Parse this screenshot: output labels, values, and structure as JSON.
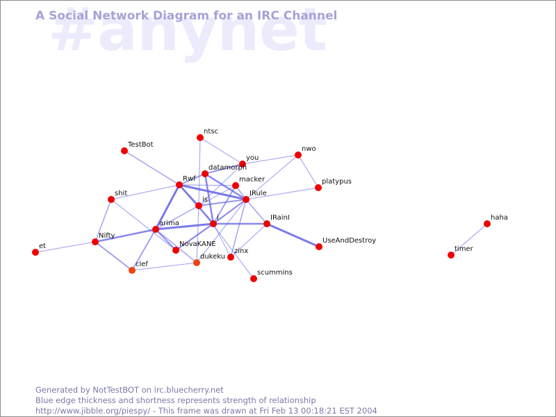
{
  "watermark": "#anynet",
  "title": "A Social Network Diagram for an IRC Channel",
  "footer": {
    "line1": "Generated by NotTestBOT on irc.bluecherry.net",
    "line2": "Blue edge thickness and shortness represents strength of relationship",
    "line3": "http://www.jibble.org/piespy/ - This frame was drawn at Fri Feb 13 00:18:21 EST 2004"
  },
  "colors": {
    "node": "#ee0000",
    "node_orange": "#ee4411",
    "edge": "#6a6ae6",
    "title": "#a5a2d6",
    "watermark": "#ecebfb"
  },
  "nodes": [
    {
      "id": "ntsc",
      "label": "ntsc"
    },
    {
      "id": "TestBot",
      "label": "TestBot"
    },
    {
      "id": "nwo",
      "label": "nwo"
    },
    {
      "id": "you",
      "label": "you"
    },
    {
      "id": "datamorph",
      "label": "datamorph"
    },
    {
      "id": "Rwf",
      "label": "Rwf"
    },
    {
      "id": "macker",
      "label": "macker"
    },
    {
      "id": "platypus",
      "label": "platypus"
    },
    {
      "id": "shit",
      "label": "shit"
    },
    {
      "id": "IRule",
      "label": "IRule"
    },
    {
      "id": "is",
      "label": "is"
    },
    {
      "id": "i",
      "label": "i"
    },
    {
      "id": "IRainI",
      "label": "IRainI"
    },
    {
      "id": "arima",
      "label": "arima"
    },
    {
      "id": "Nifty",
      "label": "Nifty"
    },
    {
      "id": "NovaKANE",
      "label": "NovaKANE"
    },
    {
      "id": "UseAndDestroy",
      "label": "UseAndDestroy"
    },
    {
      "id": "et",
      "label": "et"
    },
    {
      "id": "zinx",
      "label": "zinx"
    },
    {
      "id": "dukeku",
      "label": "dukeku"
    },
    {
      "id": "clef",
      "label": "clef"
    },
    {
      "id": "scummins",
      "label": "scummins"
    },
    {
      "id": "haha",
      "label": "haha"
    },
    {
      "id": "timer",
      "label": "timer"
    }
  ],
  "edges": [
    {
      "from": "IRainI",
      "to": "UseAndDestroy",
      "strength": 3
    },
    {
      "from": "arima",
      "to": "i",
      "strength": 3
    },
    {
      "from": "arima",
      "to": "Rwf",
      "strength": 3
    },
    {
      "from": "arima",
      "to": "Nifty",
      "strength": 2.5
    },
    {
      "from": "Rwf",
      "to": "IRule",
      "strength": 3
    },
    {
      "from": "datamorph",
      "to": "IRule",
      "strength": 2.5
    },
    {
      "from": "i",
      "to": "IRainI",
      "strength": 2.5
    },
    {
      "from": "datamorph",
      "to": "i",
      "strength": 2.5
    },
    {
      "from": "Rwf",
      "to": "datamorph",
      "strength": 2
    },
    {
      "from": "Rwf",
      "to": "i",
      "strength": 2.5
    },
    {
      "from": "is",
      "to": "IRule",
      "strength": 2
    },
    {
      "from": "datamorph",
      "to": "you",
      "strength": 2
    },
    {
      "from": "arima",
      "to": "NovaKANE",
      "strength": 2
    },
    {
      "from": "NovaKANE",
      "to": "i",
      "strength": 2
    },
    {
      "from": "i",
      "to": "IRule",
      "strength": 2
    },
    {
      "from": "Rwf",
      "to": "is",
      "strength": 2
    },
    {
      "from": "Nifty",
      "to": "clef",
      "strength": 1.8
    },
    {
      "from": "arima",
      "to": "clef",
      "strength": 1.8
    },
    {
      "from": "macker",
      "to": "i",
      "strength": 1.8
    },
    {
      "from": "macker",
      "to": "IRule",
      "strength": 1.5
    },
    {
      "from": "shit",
      "to": "Nifty",
      "strength": 1.5
    },
    {
      "from": "arima",
      "to": "is",
      "strength": 1.5
    },
    {
      "from": "IRule",
      "to": "IRainI",
      "strength": 1.5
    },
    {
      "from": "TestBot",
      "to": "Rwf",
      "strength": 1.5
    },
    {
      "from": "zinx",
      "to": "IRule",
      "strength": 1.5
    },
    {
      "from": "arima",
      "to": "dukeku",
      "strength": 1.5
    },
    {
      "from": "ntsc",
      "to": "you",
      "strength": 1.2
    },
    {
      "from": "ntsc",
      "to": "is",
      "strength": 1.2
    },
    {
      "from": "you",
      "to": "nwo",
      "strength": 1.2
    },
    {
      "from": "you",
      "to": "is",
      "strength": 1.2
    },
    {
      "from": "nwo",
      "to": "platypus",
      "strength": 1.2
    },
    {
      "from": "nwo",
      "to": "IRule",
      "strength": 1.2
    },
    {
      "from": "IRule",
      "to": "platypus",
      "strength": 1.2
    },
    {
      "from": "shit",
      "to": "Rwf",
      "strength": 1.2
    },
    {
      "from": "shit",
      "to": "NovaKANE",
      "strength": 1.2
    },
    {
      "from": "et",
      "to": "Nifty",
      "strength": 1.2
    },
    {
      "from": "clef",
      "to": "dukeku",
      "strength": 1.2
    },
    {
      "from": "i",
      "to": "zinx",
      "strength": 1.2
    },
    {
      "from": "is",
      "to": "scummins",
      "strength": 1.2
    },
    {
      "from": "zinx",
      "to": "IRainI",
      "strength": 1.2
    },
    {
      "from": "is",
      "to": "dukeku",
      "strength": 1.2
    },
    {
      "from": "Rwf",
      "to": "macker",
      "strength": 1.2
    },
    {
      "from": "NovaKANE",
      "to": "IRule",
      "strength": 1.2
    },
    {
      "from": "macker",
      "to": "is",
      "strength": 1.2
    },
    {
      "from": "dukeku",
      "to": "IRule",
      "strength": 1.2
    },
    {
      "from": "haha",
      "to": "timer",
      "strength": 1.2
    }
  ]
}
